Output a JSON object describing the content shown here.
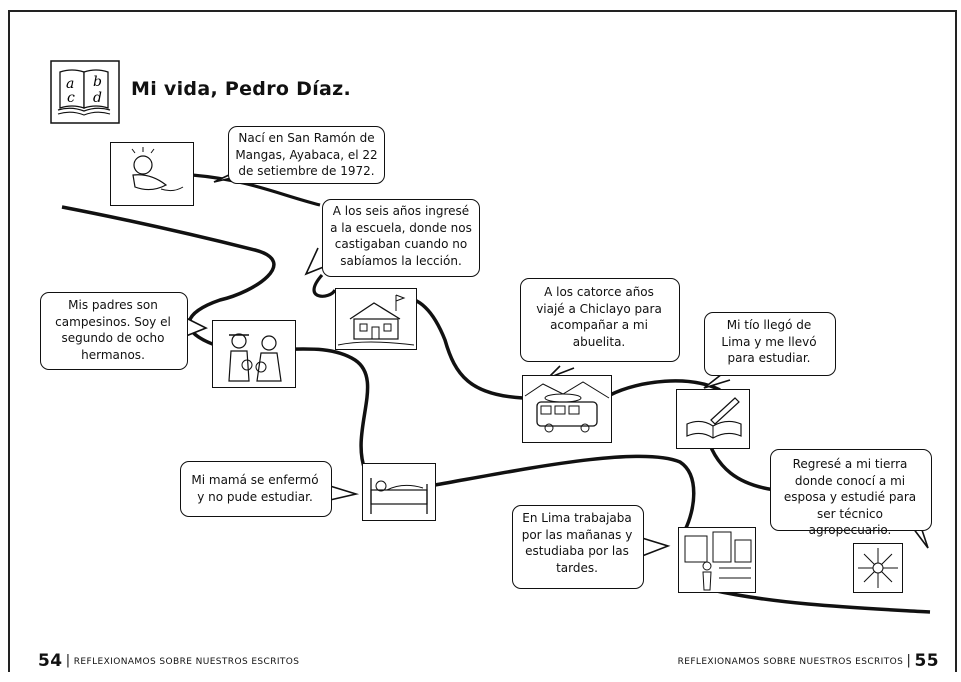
{
  "title": "Mi vida, Pedro Díaz.",
  "icon_letters": [
    "a",
    "b",
    "c",
    "d"
  ],
  "bubbles": [
    {
      "id": "birth",
      "text": "Nací en San Ramón de Mangas, Ayabaca, el 22 de setiembre de 1972."
    },
    {
      "id": "school",
      "text": "A los seis años ingresé a la escuela, donde nos castigaban cuando no sabíamos la lección."
    },
    {
      "id": "parents",
      "text": "Mis padres son campesinos. Soy el segundo de ocho hermanos."
    },
    {
      "id": "chiclayo",
      "text": "A los catorce años viajé a Chiclayo para acompañar a mi abuelita."
    },
    {
      "id": "uncle",
      "text": "Mi tío llegó de Lima y me llevó para estudiar."
    },
    {
      "id": "mom",
      "text": "Mi mamá se enfermó y no pude estudiar."
    },
    {
      "id": "lima",
      "text": "En Lima trabajaba por las mañanas y estudiaba por las tardes."
    },
    {
      "id": "return",
      "text": "Regresé a mi tierra donde conocí a mi esposa y estudié para ser técnico agropecuario."
    }
  ],
  "footer": {
    "left_page": "54",
    "left_text": "REFLEXIONAMOS SOBRE NUESTROS ESCRITOS",
    "right_text": "REFLEXIONAMOS SOBRE NUESTROS ESCRITOS",
    "right_page": "55"
  }
}
